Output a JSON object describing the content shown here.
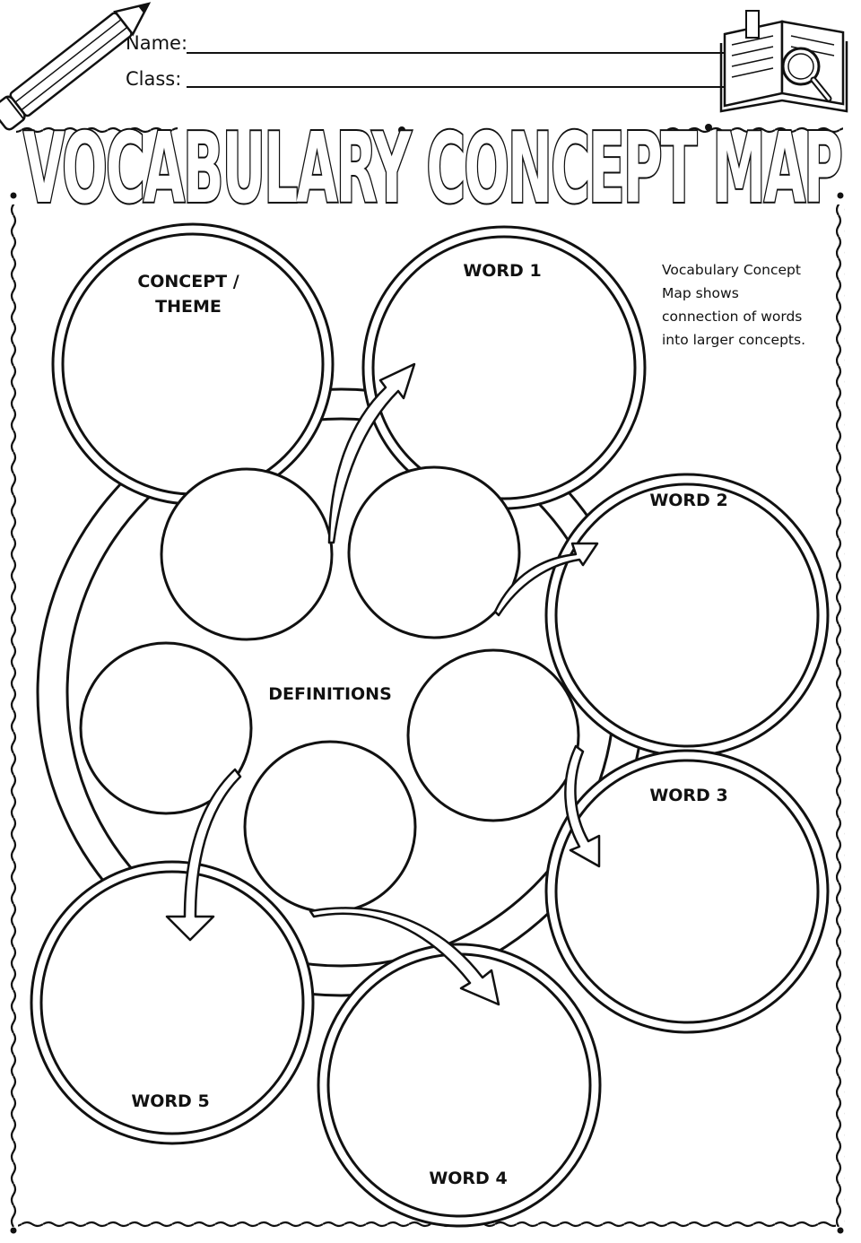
{
  "header": {
    "name_label": "Name:",
    "class_label": "Class:"
  },
  "title": "VOCABULARY CONCEPT MAP",
  "description": [
    "Vocabulary Concept",
    "Map shows",
    "connection of words",
    "into larger concepts."
  ],
  "labels": {
    "concept_theme": [
      "CONCEPT /",
      "THEME"
    ],
    "word1": "WORD 1",
    "word2": "WORD 2",
    "word3": "WORD 3",
    "word4": "WORD 4",
    "word5": "WORD 5",
    "definitions": "DEFINITIONS"
  },
  "icons": [
    "pencil-icon",
    "open-book-icon",
    "magnifier-icon"
  ]
}
